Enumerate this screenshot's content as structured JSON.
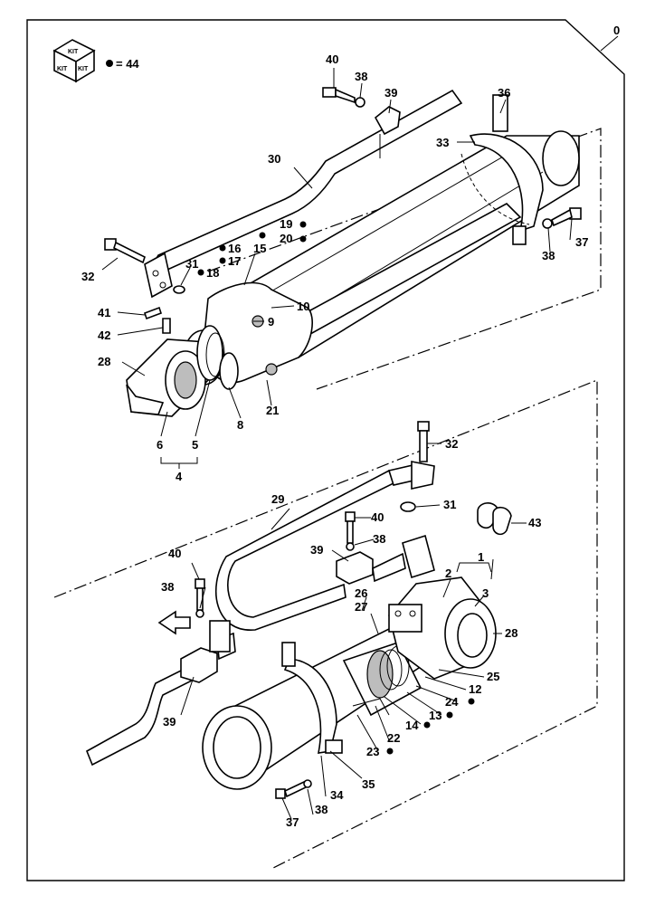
{
  "drawing_number": "0",
  "kit_box": {
    "top_label": "KIT",
    "left_label": "KIT",
    "right_label": "KIT"
  },
  "kit_legend": "= 44",
  "callouts": {
    "c1": "1",
    "c2": "2",
    "c3": "3",
    "c4": "4",
    "c5": "5",
    "c6": "6",
    "c8": "8",
    "c9": "9",
    "c10": "10",
    "c12": "12",
    "c13": "13",
    "c14": "14",
    "c15": "15",
    "c16": "16",
    "c17": "17",
    "c18": "18",
    "c19": "19",
    "c20": "20",
    "c21": "21",
    "c22": "22",
    "c23": "23",
    "c24": "24",
    "c25": "25",
    "c26": "26",
    "c27": "27",
    "c28a": "28",
    "c28b": "28",
    "c29": "29",
    "c30": "30",
    "c31a": "31",
    "c31b": "31",
    "c32a": "32",
    "c32b": "32",
    "c33": "33",
    "c34": "34",
    "c35": "35",
    "c36": "36",
    "c37a": "37",
    "c37b": "37",
    "c38a": "38",
    "c38b": "38",
    "c38c": "38",
    "c38d": "38",
    "c38e": "38",
    "c39a": "39",
    "c39b": "39",
    "c39c": "39",
    "c40a": "40",
    "c40b": "40",
    "c40c": "40",
    "c41": "41",
    "c42": "42",
    "c43": "43"
  }
}
